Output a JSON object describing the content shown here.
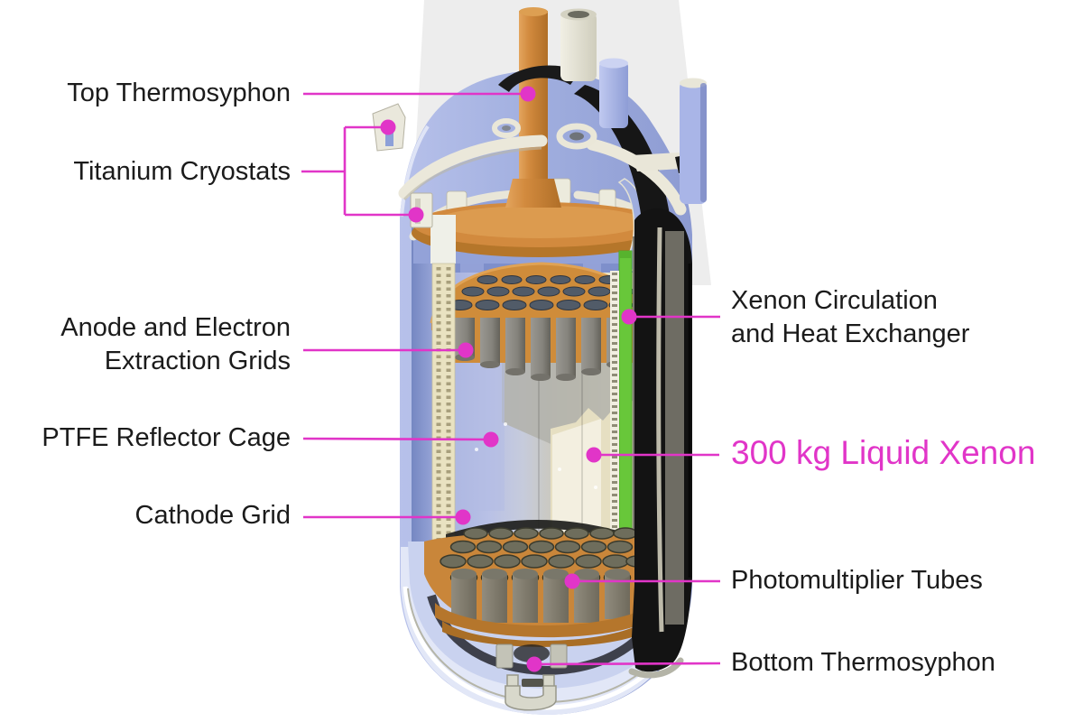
{
  "labels": {
    "top_thermosyphon": {
      "text": "Top Thermosyphon"
    },
    "titanium_cryostats": {
      "text": "Titanium Cryostats"
    },
    "anode_extraction_grids": {
      "line1": "Anode and Electron",
      "line2": "Extraction Grids"
    },
    "ptfe_reflector_cage": {
      "text": "PTFE Reflector Cage"
    },
    "cathode_grid": {
      "text": "Cathode Grid"
    },
    "xenon_circulation": {
      "line1": "Xenon Circulation",
      "line2": "and Heat Exchanger"
    },
    "liquid_xenon": {
      "text": "300 kg Liquid Xenon"
    },
    "photomultiplier_tubes": {
      "text": "Photomultiplier Tubes"
    },
    "bottom_thermosyphon": {
      "text": "Bottom Thermosyphon"
    }
  },
  "colors": {
    "background": "#ffffff",
    "label_text": "#1b1b1b",
    "accent": "#e135c8",
    "liquid_xenon_text": "#e135c8",
    "copper": "#d28a3e",
    "heat_exchanger_green": "#68c73a",
    "cryostat_blue": "#9fadde"
  }
}
